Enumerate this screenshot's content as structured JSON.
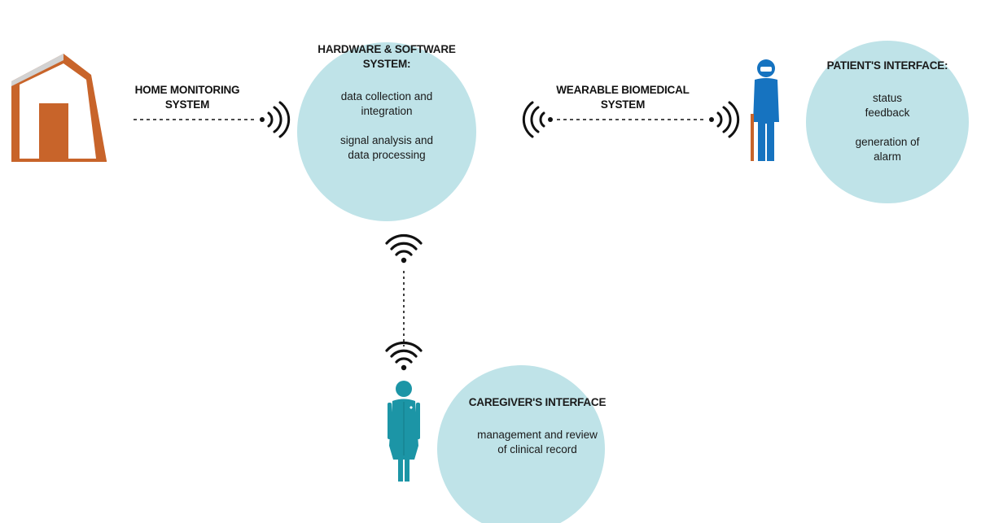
{
  "colors": {
    "circle_fill": "#bfe3e8",
    "house_wall": "#c8642a",
    "house_door": "#c8642a",
    "patient_blue": "#1673c0",
    "caregiver_teal": "#1c95a6",
    "cane": "#c8642a",
    "signal": "#111111"
  },
  "central": {
    "title_line1": "HARDWARE & SOFTWARE",
    "title_line2": "SYSTEM:",
    "item1_line1": "data collection and",
    "item1_line2": "integration",
    "item2_line1": "signal analysis and",
    "item2_line2": "data processing"
  },
  "home": {
    "label_line1": "HOME MONITORING",
    "label_line2": "SYSTEM",
    "icon": "house-icon"
  },
  "wearable": {
    "label_line1": "WEARABLE BIOMEDICAL",
    "label_line2": "SYSTEM",
    "icon": "patient-icon"
  },
  "patient_interface": {
    "title": "PATIENT'S INTERFACE:",
    "line1": "status",
    "line2": "feedback",
    "line3": "generation of",
    "line4": "alarm"
  },
  "caregiver_interface": {
    "title": "CAREGIVER'S INTERFACE",
    "line1": "management and review",
    "line2": "of clinical record",
    "icon": "caregiver-icon"
  }
}
